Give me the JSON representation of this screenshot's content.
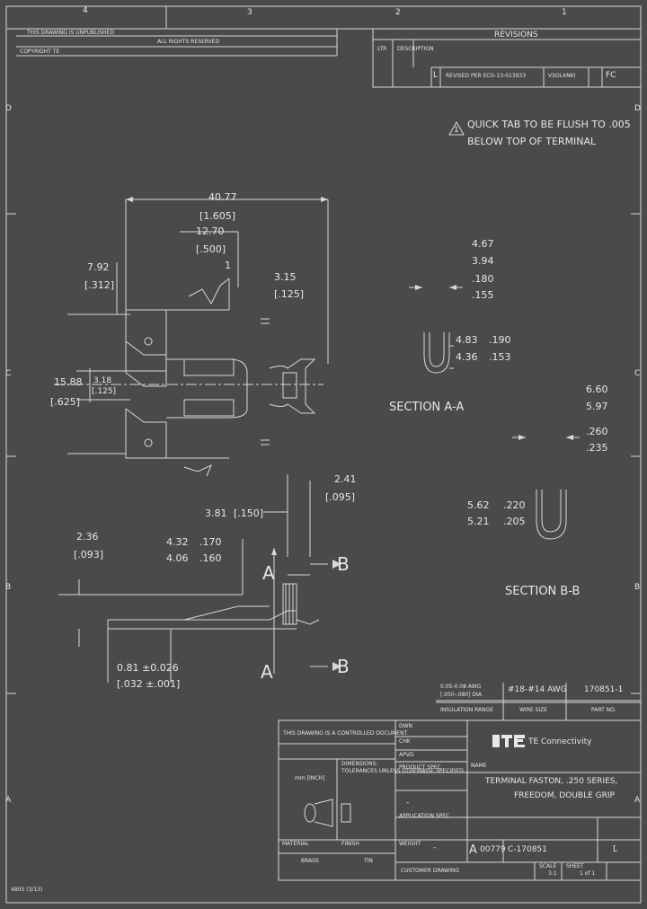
{
  "border": {
    "zones_top": [
      "4",
      "3",
      "2",
      "1"
    ],
    "zones_left": [
      "D",
      "C",
      "B",
      "A"
    ],
    "zones_right": [
      "D",
      "C",
      "B",
      "A"
    ]
  },
  "revisions": {
    "header": "REVISIONS",
    "ltr_col": "LTR",
    "desc_col": "DESCRIPTION",
    "row_ltr": "L",
    "row_desc": "REVISED PER ECO-13-013933",
    "row_dwn": "VSOLANKI",
    "row_apvd": "FC",
    "tl_note1": "THIS DRAWING IS UNPUBLISHED",
    "tl_note2": "ALL RIGHTS RESERVED",
    "tl_note3": "COPYRIGHT TE"
  },
  "notes": {
    "flag": "1",
    "line1": "QUICK TAB TO BE FLUSH TO .005",
    "line2": "BELOW TOP OF TERMINAL"
  },
  "dims": {
    "d4077": "40.77",
    "d1605": "[1.605]",
    "d1270": "12.70",
    "d500": "[.500]",
    "d792": "7.92",
    "d312": "[.312]",
    "d315": "3.15",
    "d125": "[.125]",
    "d1588": "15.88",
    "d625": "[.625]",
    "d318": "3.18",
    "d125b": "[.125]",
    "d467": "4.67",
    "d394": "3.94",
    "d180": ".180",
    "d155": ".155",
    "d483": "4.83",
    "d436": "4.36",
    "d190": ".190",
    "d153": ".153",
    "d660": "6.60",
    "d597": "5.97",
    "d260": ".260",
    "d235": ".235",
    "d562": "5.62",
    "d521": "5.21",
    "d220": ".220",
    "d205": ".205",
    "d241": "2.41",
    "d095": "[.095]",
    "d381": "3.81",
    "d150": "[.150]",
    "d236": "2.36",
    "d093": "[.093]",
    "d432": "4.32",
    "d406": "4.06",
    "d170": ".170",
    "d160": ".160",
    "d081": "0.81 ±0.026",
    "d032": "[.032 ±.001]"
  },
  "sections": {
    "aa": "SECTION A-A",
    "bb": "SECTION B-B",
    "a": "A",
    "b": "B"
  },
  "table": {
    "awg1": "0.05-0.08 AWG",
    "awg2": "[.050-.080] DIA",
    "insul_hdr": "INSULATION RANGE",
    "wire_hdr": "WIRE SIZE",
    "part_hdr": "PART NO.",
    "wire_val": "#18-#14 AWG",
    "part_val": "170851-1"
  },
  "titleblock": {
    "controlled": "THIS DRAWING IS A CONTROLLED DOCUMENT",
    "dwn": "DWN",
    "chk": "CHK",
    "appvd": "APVD",
    "dims_label": "DIMENSIONS:",
    "tolerances": "TOLERANCES UNLESS OTHERWISE SPECIFIED",
    "mm_inch": "mm [INCH]",
    "brand": "TE Connectivity",
    "name_hdr": "NAME",
    "title1": "TERMINAL FASTON, .250 SERIES,",
    "title2": "FREEDOM, DOUBLE GRIP",
    "product_spec": "PRODUCT SPEC",
    "application_spec": "APPLICATION SPEC",
    "weight": "WEIGHT",
    "size": "A",
    "cage": "00779",
    "dwg_no": "C-170851",
    "rev": "L",
    "customer_drawing": "CUSTOMER DRAWING",
    "scale": "SCALE",
    "scale_val": "3:1",
    "sheet": "SHEET",
    "sheet_val": "1 of 1",
    "dash": "-",
    "finish": "FINISH",
    "material": "MATERIAL",
    "brass": "BRASS",
    "tin": "TIN",
    "form_no": "4805 (3/13)"
  }
}
